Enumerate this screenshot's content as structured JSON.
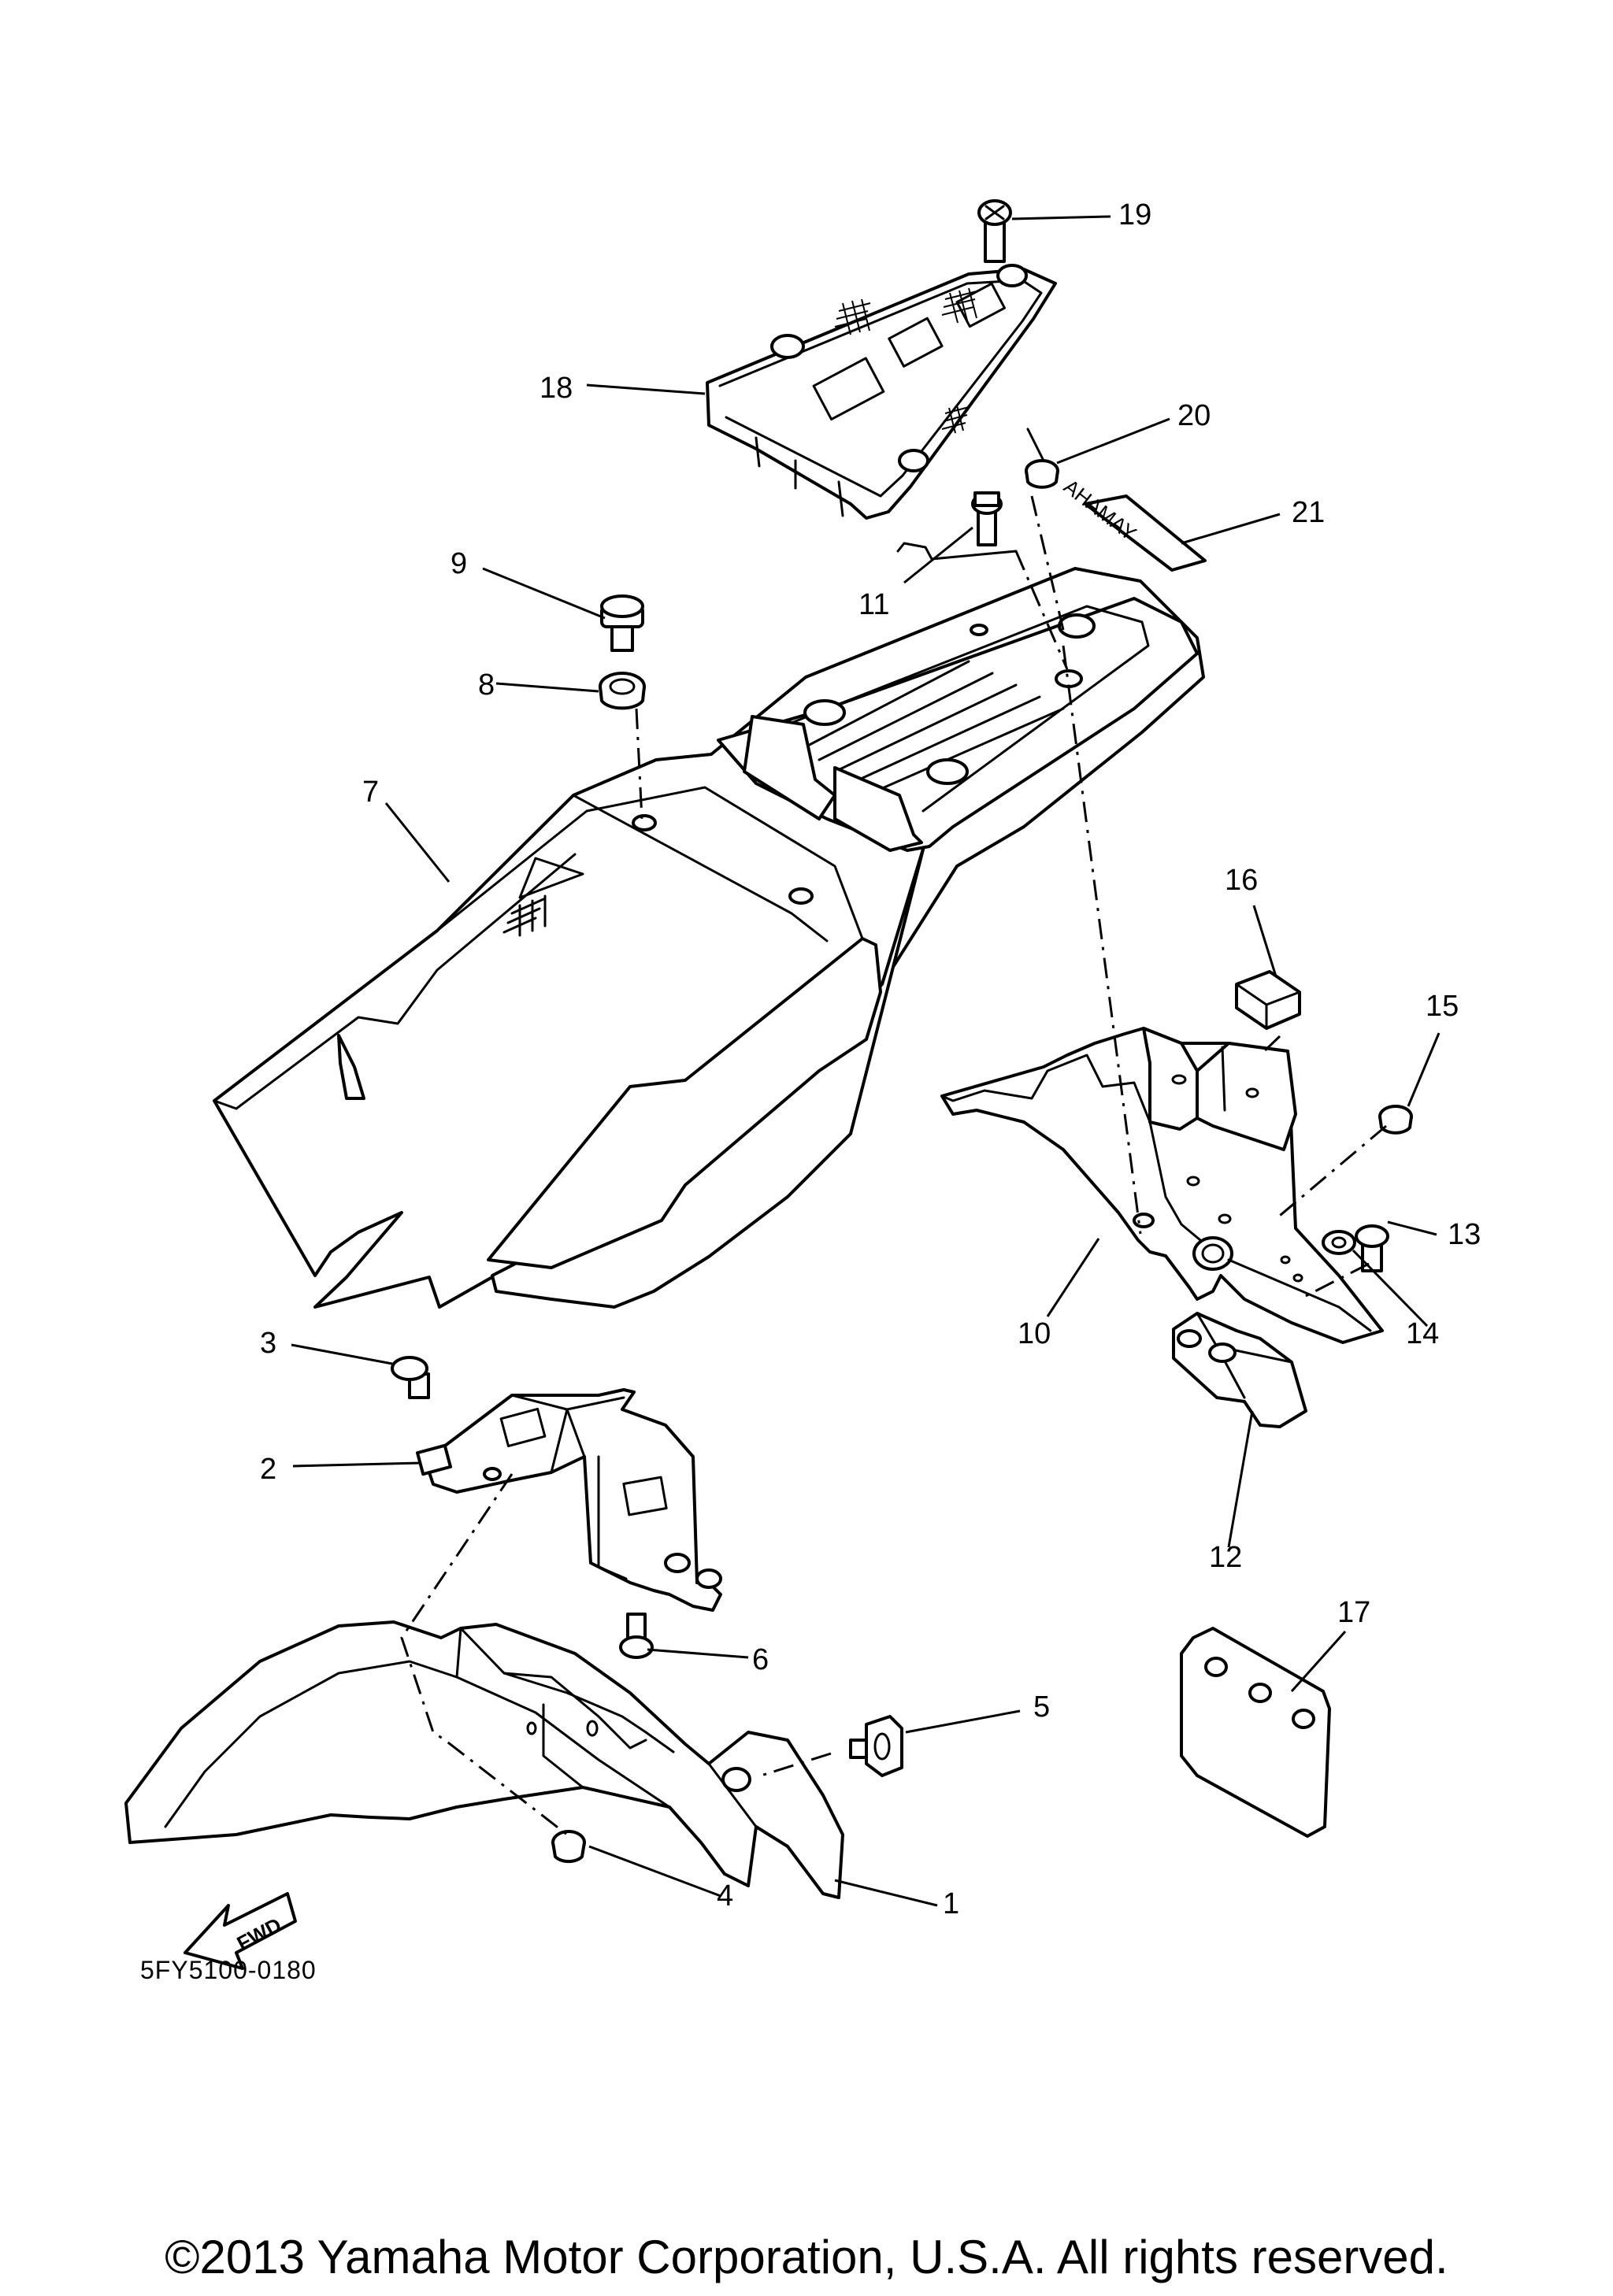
{
  "diagram": {
    "code": "5FY5100-0180",
    "copyright": "©2013 Yamaha Motor Corporation, U.S.A. All rights reserved.",
    "forward_arrow_label": "FWD",
    "decal_text": "YAMAHA",
    "callouts": [
      "1",
      "2",
      "3",
      "4",
      "5",
      "6",
      "7",
      "8",
      "9",
      "10",
      "11",
      "12",
      "13",
      "14",
      "15",
      "16",
      "17",
      "18",
      "19",
      "20",
      "21"
    ]
  }
}
